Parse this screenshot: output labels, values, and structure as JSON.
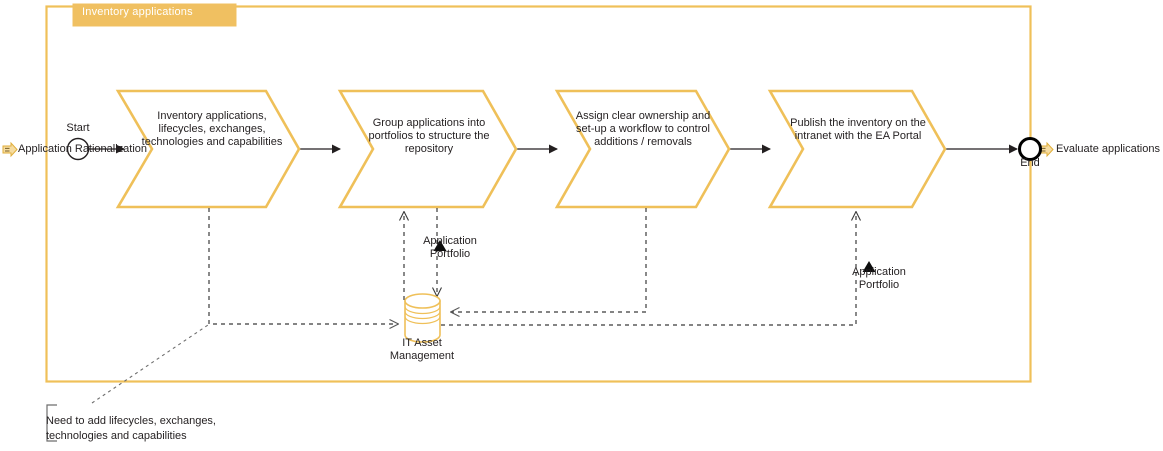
{
  "diagram": {
    "type": "bpmn-process",
    "colors": {
      "accent": "#efc059",
      "accent_fill": "#f0c061",
      "flow": "#231f20",
      "dash": "#595959",
      "pool_tab_text": "#ffffff",
      "background": "#ffffff"
    }
  },
  "pool": {
    "name_label": "Inventory applications"
  },
  "external_links": [
    {
      "id": "in",
      "label": "Application Rationalization",
      "icon": "link-arrow-icon"
    },
    {
      "id": "out",
      "label": "Evaluate applications",
      "icon": "link-arrow-icon"
    }
  ],
  "events": [
    {
      "id": "start",
      "label": "Start",
      "kind": "start-event"
    },
    {
      "id": "end",
      "label": "End",
      "kind": "end-event"
    }
  ],
  "tasks": [
    {
      "id": "t1",
      "label": "Inventory applications, lifecycles, exchanges, technologies and capabilities"
    },
    {
      "id": "t2",
      "label": "Group applications into portfolios to structure the repository"
    },
    {
      "id": "t3",
      "label": "Assign clear ownership and set-up a workflow to control additions / removals"
    },
    {
      "id": "t4",
      "label": "Publish the inventory on the intranet with the EA Portal"
    }
  ],
  "datastore": {
    "id": "ds1",
    "label": "IT Asset Management",
    "kind": "data-store-cylinder"
  },
  "data_associations": [
    {
      "id": "da1",
      "label": "Application Portfolio",
      "from": "ds1",
      "to": "t2"
    },
    {
      "id": "da2",
      "label": "Application Portfolio",
      "from": "ds1",
      "to": "t4"
    }
  ],
  "annotations": [
    {
      "id": "note1",
      "label": "Need to add lifecycles, exchanges, technologies and capabilities"
    }
  ]
}
